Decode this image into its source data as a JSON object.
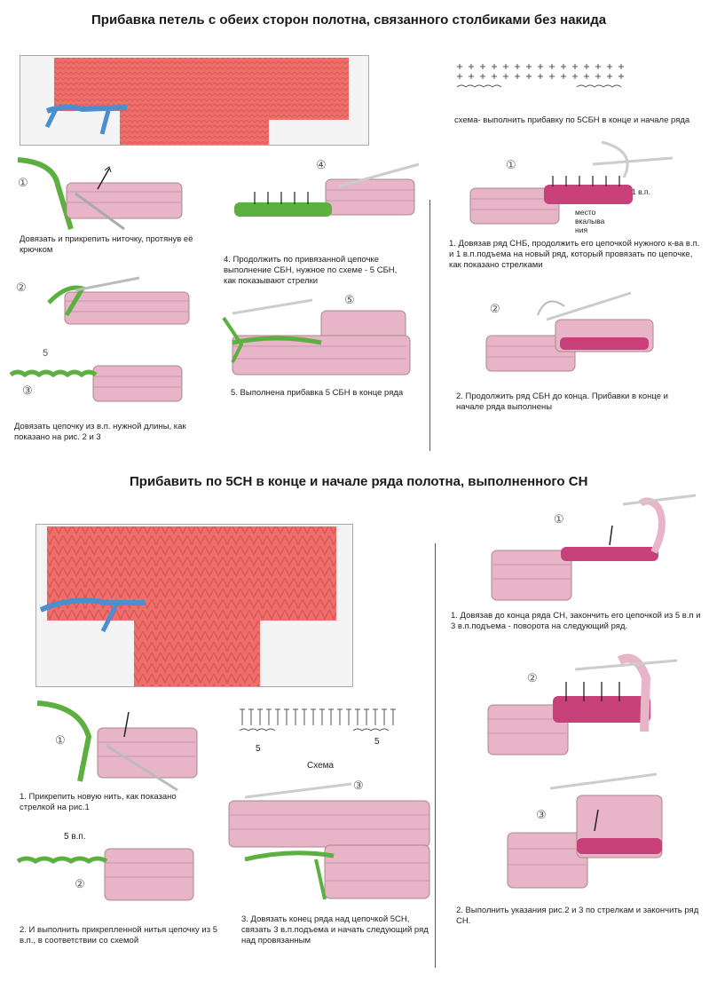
{
  "titles": {
    "section1": "Прибавка петель с обеих сторон полотна, связанного столбиками без накида",
    "section2": "Прибавить по 5СН в конце и начале ряда полотна, выполненного СН"
  },
  "colors": {
    "salmon": "#ee6e6a",
    "pink_stitch": "#e8b4c8",
    "magenta": "#c8407a",
    "green": "#5cb040",
    "blue_yarn": "#4a8fd0",
    "hook": "#d8d8d0"
  },
  "section1": {
    "steps": [
      {
        "num": "①",
        "caption": "Довязать и прикрепить ниточку, протянув её крючком"
      },
      {
        "num": "②",
        "caption": ""
      },
      {
        "num": "③",
        "label": "5",
        "caption": "Довязать цепочку из в.п. нужной длины, как показано на рис. 2 и 3"
      },
      {
        "num": "④",
        "caption": "4. Продолжить по привязанной цепочке выполнение СБН, нужное по схеме - 5 СБН, как показывают стрелки"
      },
      {
        "num": "⑤",
        "caption": "5. Выполнена прибавка 5 СБН в конце ряда"
      }
    ],
    "scheme_caption": "схема- выполнить прибавку по 5СБН в конце и начале ряда",
    "right_steps": [
      {
        "num": "①",
        "label": "1 в.п.",
        "sub_label": "место вкалыва ния",
        "caption": "1. Довязав ряд СНБ, продолжить его цепочкой нужного к-ва в.п. и 1 в.п.подъема на новый ряд, который провязать по цепочке, как показано стрелками"
      },
      {
        "num": "②",
        "caption": "2. Продолжить ряд СБН до конца.   Прибавки в конце и начале ряда выполнены"
      }
    ]
  },
  "section2": {
    "steps": [
      {
        "num": "①",
        "caption": "1. Прикрепить новую нить, как показано стрелкой на рис.1"
      },
      {
        "num": "②",
        "label": "5 в.п.",
        "caption": "2. И выполнить прикрепленной нитья цепочку из 5 в.п., в соответствии со схемой"
      },
      {
        "num": "③",
        "caption": "3.  Довязать конец ряда над цепочкой 5СН, связать 3 в.п.подъема и начать следующий ряд над провязанным"
      }
    ],
    "scheme": {
      "left_label": "5",
      "right_label": "5",
      "caption": "Схема"
    },
    "right_steps": [
      {
        "num": "①",
        "caption": "1. Довязав до конца ряда СН, закончить его цепочкой из 5 в.п и 3 в.п.подъема - поворота на следующий ряд."
      },
      {
        "num": "②",
        "caption": ""
      },
      {
        "num": "③",
        "caption": "2. Выполнить указания рис.2 и 3 по стрелкам и закончить ряд СН."
      }
    ]
  }
}
